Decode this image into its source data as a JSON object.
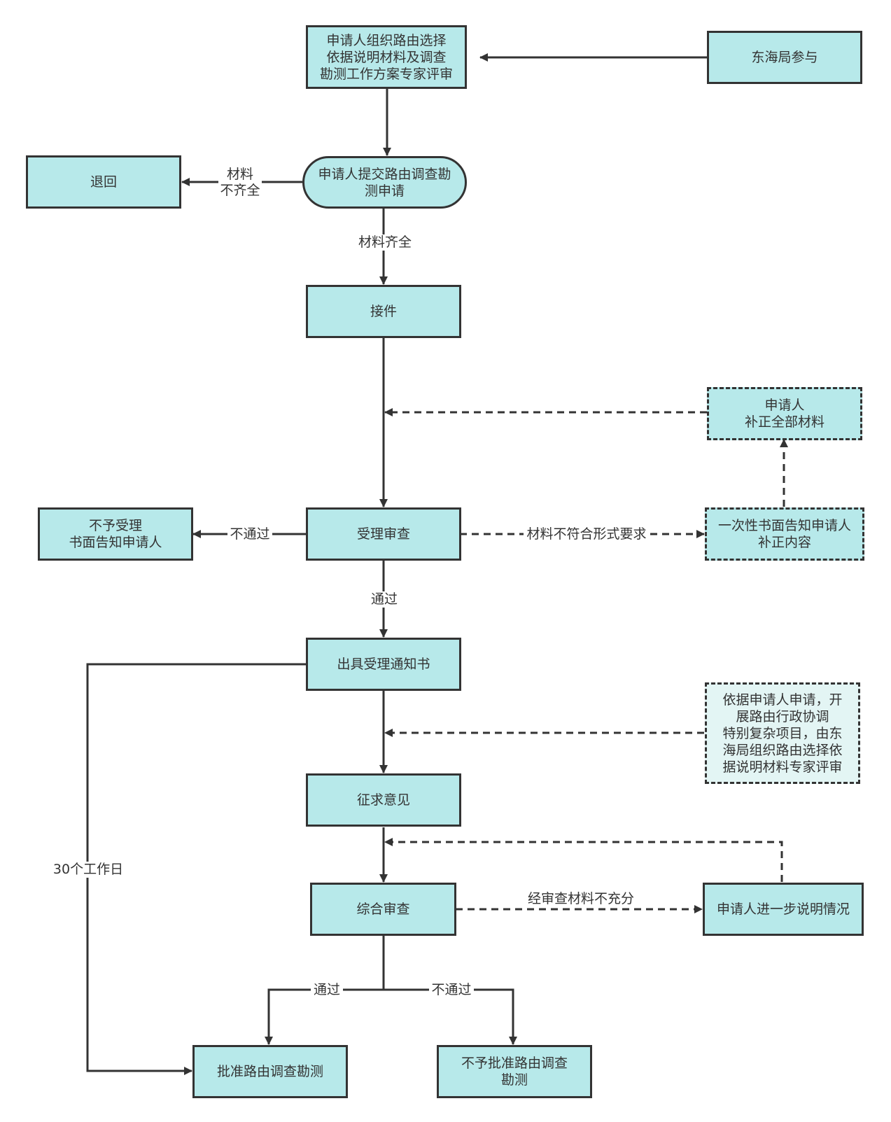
{
  "nodes": {
    "expert_review": "申请人组织路由选择\n依据说明材料及调查\n勘测工作方案专家评审",
    "donghai": "东海局参与",
    "submit": "申请人提交路由调查勘\n测申请",
    "return": "退回",
    "receive": "接件",
    "supplement_all": "申请人\n补正全部材料",
    "accept_review": "受理审查",
    "reject_accept": "不予受理\n书面告知申请人",
    "notify_once": "一次性书面告知申请人\n补正内容",
    "accept_notice": "出具受理通知书",
    "coordination": "依据申请人申请，开\n展路由行政协调\n特别复杂项目，由东\n海局组织路由选择依\n据说明材料专家评审",
    "solicit": "征求意见",
    "comprehensive": "综合审查",
    "explain": "申请人进一步说明情况",
    "approve": "批准路由调查勘测",
    "disapprove": "不予批准路由调查\n勘测"
  },
  "edge_labels": {
    "incomplete": "材料\n不齐全",
    "complete": "材料齐全",
    "fail_accept": "不通过",
    "format_issue": "材料不符合形式要求",
    "pass_accept": "通过",
    "days": "30个工作日",
    "insufficient": "经审查材料不充分",
    "pass_final": "通过",
    "fail_final": "不通过"
  },
  "colors": {
    "node_fill": "#b7e9ea",
    "node_fill_light": "#e3f5f4",
    "stroke": "#333333"
  }
}
